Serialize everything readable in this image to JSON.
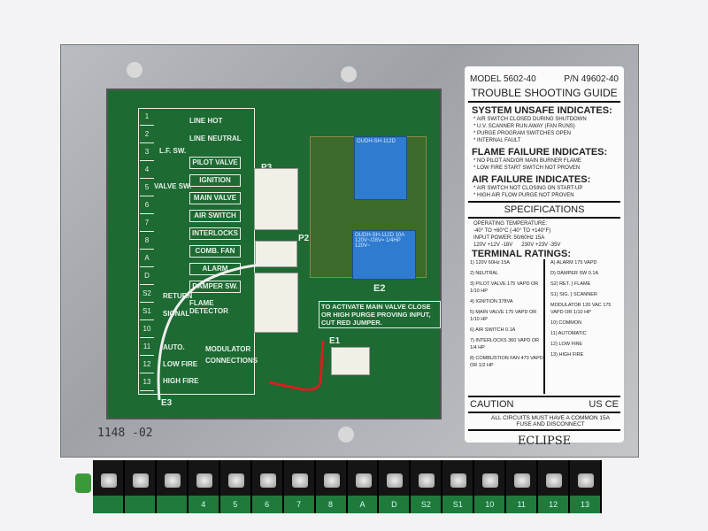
{
  "board": {
    "schematic": {
      "terminals": [
        "1",
        "2",
        "3",
        "4",
        "5",
        "6",
        "7",
        "8",
        "A",
        "D",
        "S2",
        "S1",
        "10",
        "11",
        "12",
        "13"
      ],
      "line_hot": "LINE HOT",
      "line_neutral": "LINE NEUTRAL",
      "lf_sw": "L.F. SW.",
      "valve_sw": "VALVE SW.",
      "boxes": [
        "PILOT VALVE",
        "IGNITION",
        "MAIN VALVE",
        "AIR SWITCH",
        "INTERLOCKS",
        "COMB. FAN",
        "ALARM",
        "DAMPER SW."
      ],
      "return": "RETURN",
      "signal": "SIGNAL",
      "flame_detector": "FLAME DETECTOR",
      "auto": "AUTO.",
      "low_fire": "LOW FIRE",
      "high_fire": "HIGH FIRE",
      "modulator": "MODULATOR CONNECTIONS",
      "e3": "E3"
    },
    "connectors": {
      "p3": "P3",
      "p2": "P2",
      "e1": "E1",
      "e2": "E2",
      "jumper_note": "TO ACTIVATE MAIN VALVE CLOSE OR HIGH PURGE PROVING INPUT, CUT RED JUMPER."
    },
    "relays": [
      {
        "text": "OUDH-SH-112D"
      },
      {
        "text": "OUDH-SH-112D 10A 120V~/28V= 1/4HP 120V~"
      }
    ],
    "serial": "1148 -02"
  },
  "label": {
    "model": "MODEL 5602-40",
    "pn": "P/N 49602-40",
    "title": "TROUBLE SHOOTING GUIDE",
    "sections": [
      {
        "heading": "SYSTEM UNSAFE INDICATES:",
        "items": [
          "* AIR SWITCH CLOSED DURING SHUTDOWN",
          "* U.V. SCANNER RUN AWAY (FAN RUNS)",
          "* PURGE PROGRAM SWITCHES OPEN",
          "* INTERNAL FAULT"
        ]
      },
      {
        "heading": "FLAME FAILURE INDICATES:",
        "items": [
          "* NO PILOT AND/OR MAIN BURNER FLAME",
          "* LOW FIRE START SWITCH NOT PROVEN"
        ]
      },
      {
        "heading": "AIR FAILURE INDICATES:",
        "items": [
          "* AIR SWITCH NOT CLOSING ON START-UP",
          "* HIGH AIR FLOW PURGE NOT PROVEN"
        ]
      }
    ],
    "spec_title": "SPECIFICATIONS",
    "op_temp": "OPERATING TEMPERATURE:",
    "op_temp_val": "-40° TO +60°C (-40° TO +140°F)",
    "input_power": "INPUT POWER: 50/60Hz 15A",
    "power_120": "120V +12V -18V",
    "power_230": "230V +23V -35V",
    "terminal_title": "TERMINAL RATINGS:",
    "ratings_left": [
      "1) 120V 60Hz 15A",
      "2) NEUTRAL",
      "3) PILOT VALVE 175 VAPD OR 1/10 HP",
      "4) IGNITION 378VA",
      "5) MAIN VALVE 175 VAPD OR 1/10 HP",
      "6) AIR SWITCH 0.1A",
      "7) INTERLOCKS 360 VAPD OR 1/4 HP",
      "8) COMBUSTION FAN 470 VAPD OR 1/2 HP"
    ],
    "ratings_right": [
      "A) ALARM 175 VAPD",
      "D) DAMPER SW 0.1A",
      "S2) RET. } FLAME",
      "S1) SIG. } SCANNER",
      "MODULATOR 120 VAC 175 VAPD OR 1/10 HP",
      "10) COMMON",
      "11) AUTOMATIC",
      "12) LOW FIRE",
      "13) HIGH FIRE"
    ],
    "caution": "CAUTION",
    "cert": "US CE",
    "warning": "ALL CIRCUITS MUST HAVE A COMMON 15A FUSE AND DISCONNECT",
    "brand": "ECLIPSE"
  },
  "terminal_block": {
    "labels": [
      "",
      "",
      "",
      "4",
      "5",
      "6",
      "7",
      "8",
      "A",
      "D",
      "S2",
      "S1",
      "10",
      "11",
      "12",
      "13"
    ]
  }
}
